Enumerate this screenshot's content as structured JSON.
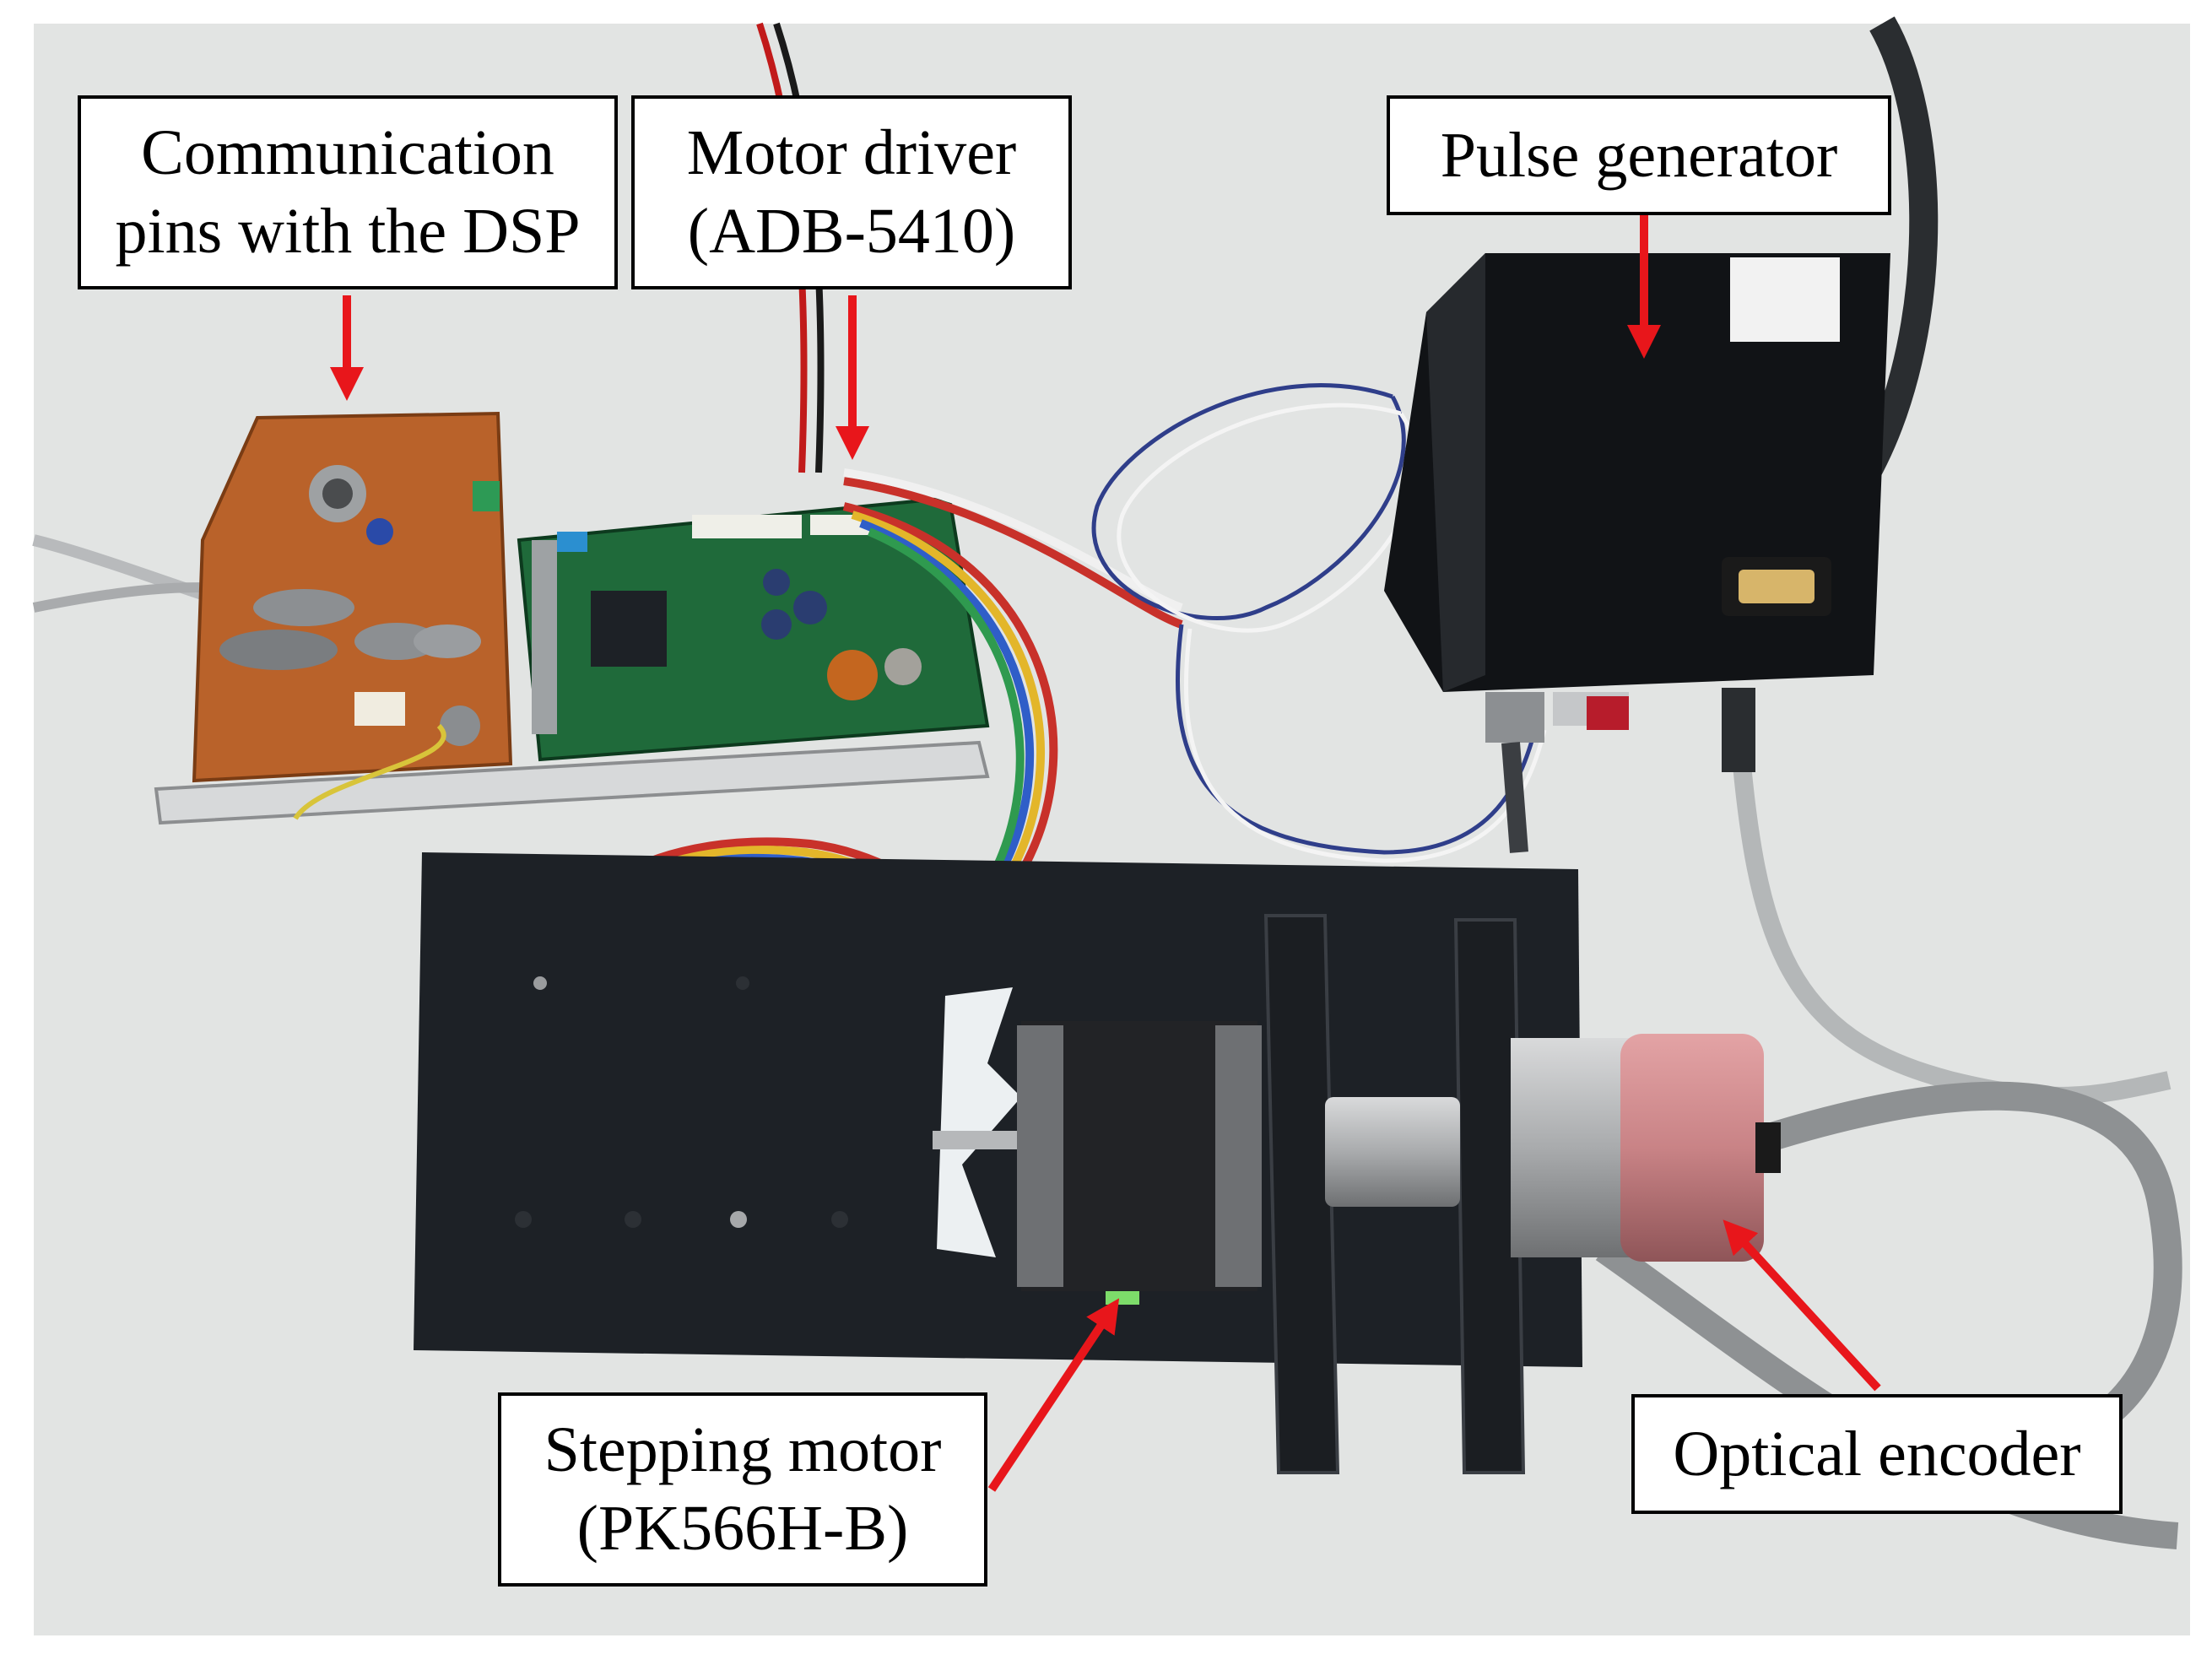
{
  "labels": {
    "communication_pins": {
      "line1": "Communication",
      "line2": "pins with the DSP"
    },
    "motor_driver": {
      "line1": "Motor driver",
      "line2": "(ADB-5410)"
    },
    "pulse_generator": {
      "line1": "Pulse generator"
    },
    "stepping_motor": {
      "line1": "Stepping motor",
      "line2": "(PK566H-B)"
    },
    "optical_encoder": {
      "line1": "Optical encoder"
    }
  },
  "colors": {
    "arrow": "#e8161b",
    "table": "#e2e4e3",
    "board": "#1d2126",
    "pcb_orange": "#b9622a",
    "pcb_green": "#1f6a3a",
    "encoder": "#c98386"
  }
}
